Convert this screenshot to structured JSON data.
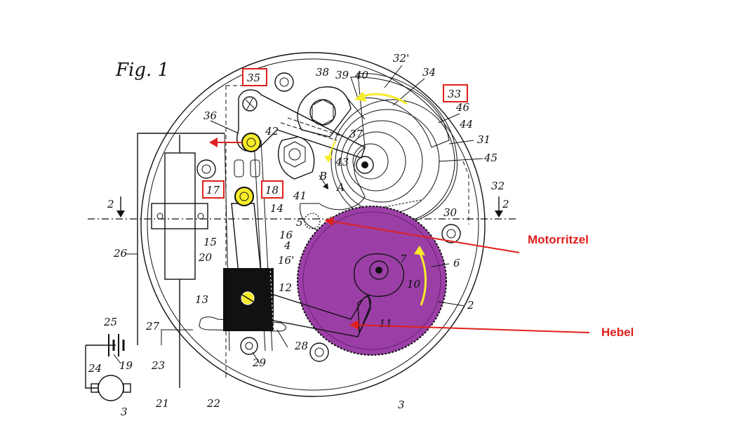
{
  "figure_label": "Fig. 1",
  "colors": {
    "callout_red": "#e0201c",
    "lever_yellow": "#f7ec2a",
    "arm_orange": "#f7b500",
    "gear_purple": "#9b3fa6",
    "disc_lavender": "#c4b6e0",
    "hub_green": "#bde23a",
    "contact_orange": "#f08a2a"
  },
  "callouts": [
    {
      "id": "motorritzel",
      "label": "Motorritzel"
    },
    {
      "id": "hebel",
      "label": "Hebel"
    }
  ],
  "boxed_numbers": [
    "35",
    "33",
    "17",
    "18"
  ],
  "part_numbers": [
    "32'",
    "34",
    "38",
    "39",
    "40",
    "46",
    "44",
    "31",
    "45",
    "36",
    "42",
    "37",
    "43",
    "B",
    "A",
    "41",
    "32",
    "2",
    "2",
    "14",
    "5",
    "30",
    "16",
    "15",
    "4",
    "26",
    "20",
    "16'",
    "7",
    "6",
    "10",
    "13",
    "12",
    "2",
    "11",
    "25",
    "27",
    "19",
    "23",
    "28",
    "29",
    "24",
    "21",
    "22",
    "3",
    "3"
  ]
}
